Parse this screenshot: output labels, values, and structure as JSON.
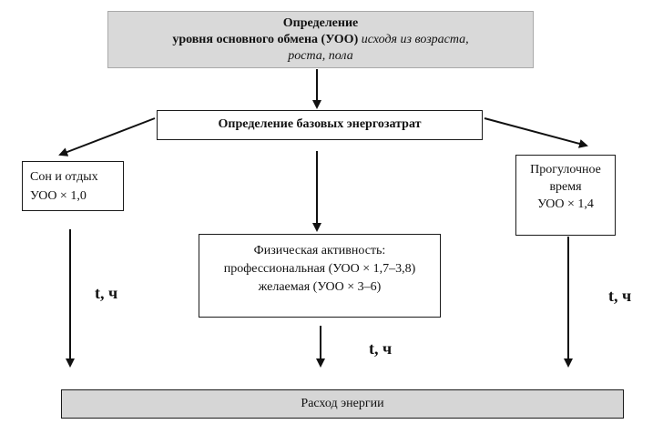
{
  "top_box": {
    "line1": "Определение",
    "line2_bold": "уровня основного обмена (УОО)",
    "line2_italic": " исходя из  возраста,",
    "line3_italic": "роста, пола"
  },
  "base_box": {
    "label": "Определение базовых энергозатрат"
  },
  "sleep_box": {
    "line1": "Сон и отдых",
    "line2": "УОО × 1,0"
  },
  "walk_box": {
    "line1": "Прогулочное",
    "line2": "время",
    "line3": "УОО × 1,4"
  },
  "activity_box": {
    "line1": "Физическая активность:",
    "line2": "профессиональная (УОО × 1,7–3,8)",
    "line3": "желаемая (УОО × 3–6)"
  },
  "time_labels": {
    "left": "t, ч",
    "center": "t, ч",
    "right": "t, ч"
  },
  "expense_box": {
    "label": "Расход энергии"
  }
}
